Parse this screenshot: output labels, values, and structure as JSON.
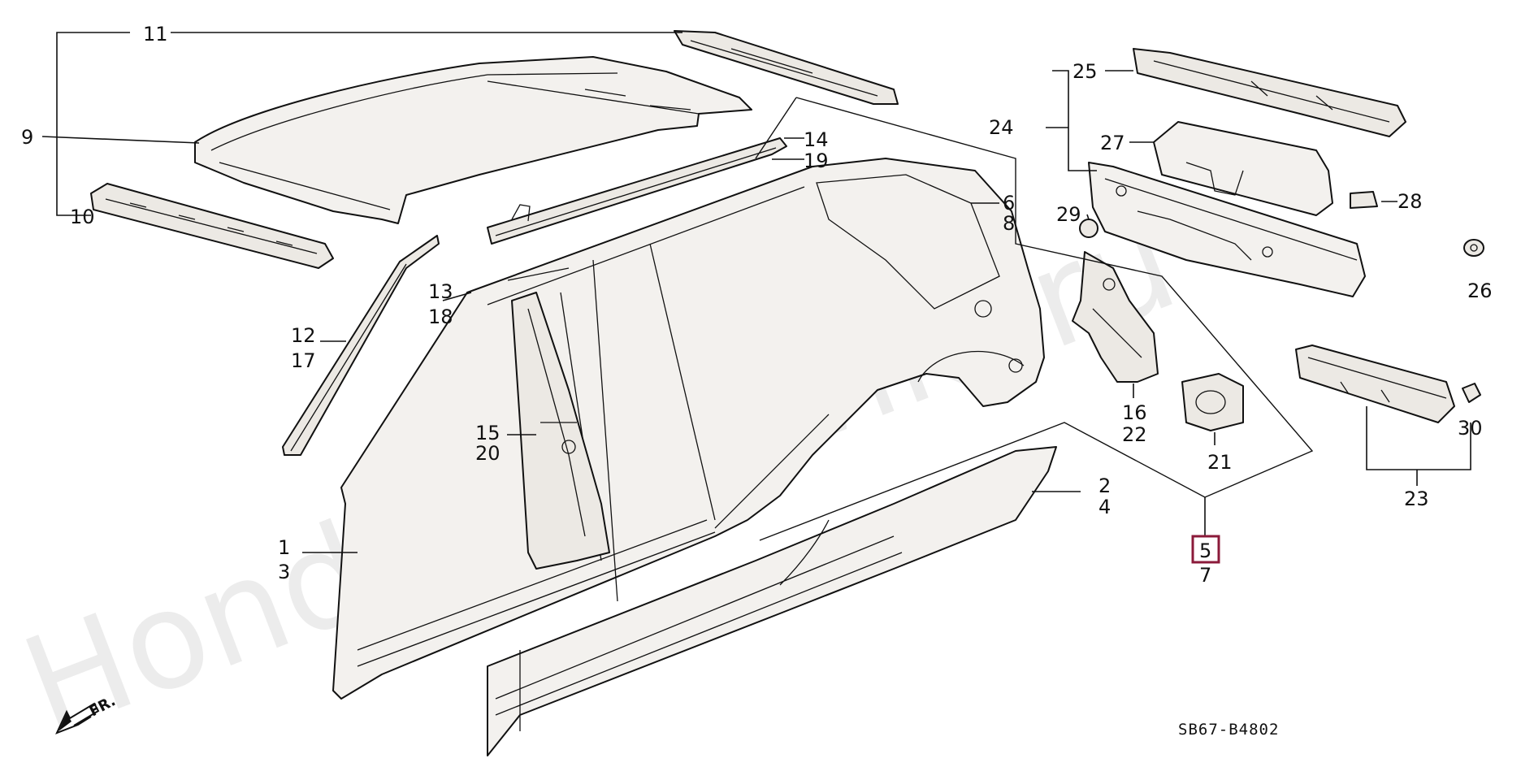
{
  "diagram": {
    "callouts": {
      "c1": "1",
      "c3": "3",
      "c2": "2",
      "c4": "4",
      "c5": "5",
      "c7": "7",
      "c6": "6",
      "c8": "8",
      "c9": "9",
      "c10": "10",
      "c11": "11",
      "c12": "12",
      "c17": "17",
      "c13": "13",
      "c18": "18",
      "c14": "14",
      "c19": "19",
      "c15": "15",
      "c20": "20",
      "c16": "16",
      "c22": "22",
      "c21": "21",
      "c23": "23",
      "c24": "24",
      "c25": "25",
      "c26": "26",
      "c27": "27",
      "c28": "28",
      "c29": "29",
      "c30": "30"
    },
    "highlight_color": "#8b1a3a",
    "front_marker": "FR.",
    "drawing_code": "SB67-B4802",
    "watermark": "Honda2CarWiki.ru"
  }
}
